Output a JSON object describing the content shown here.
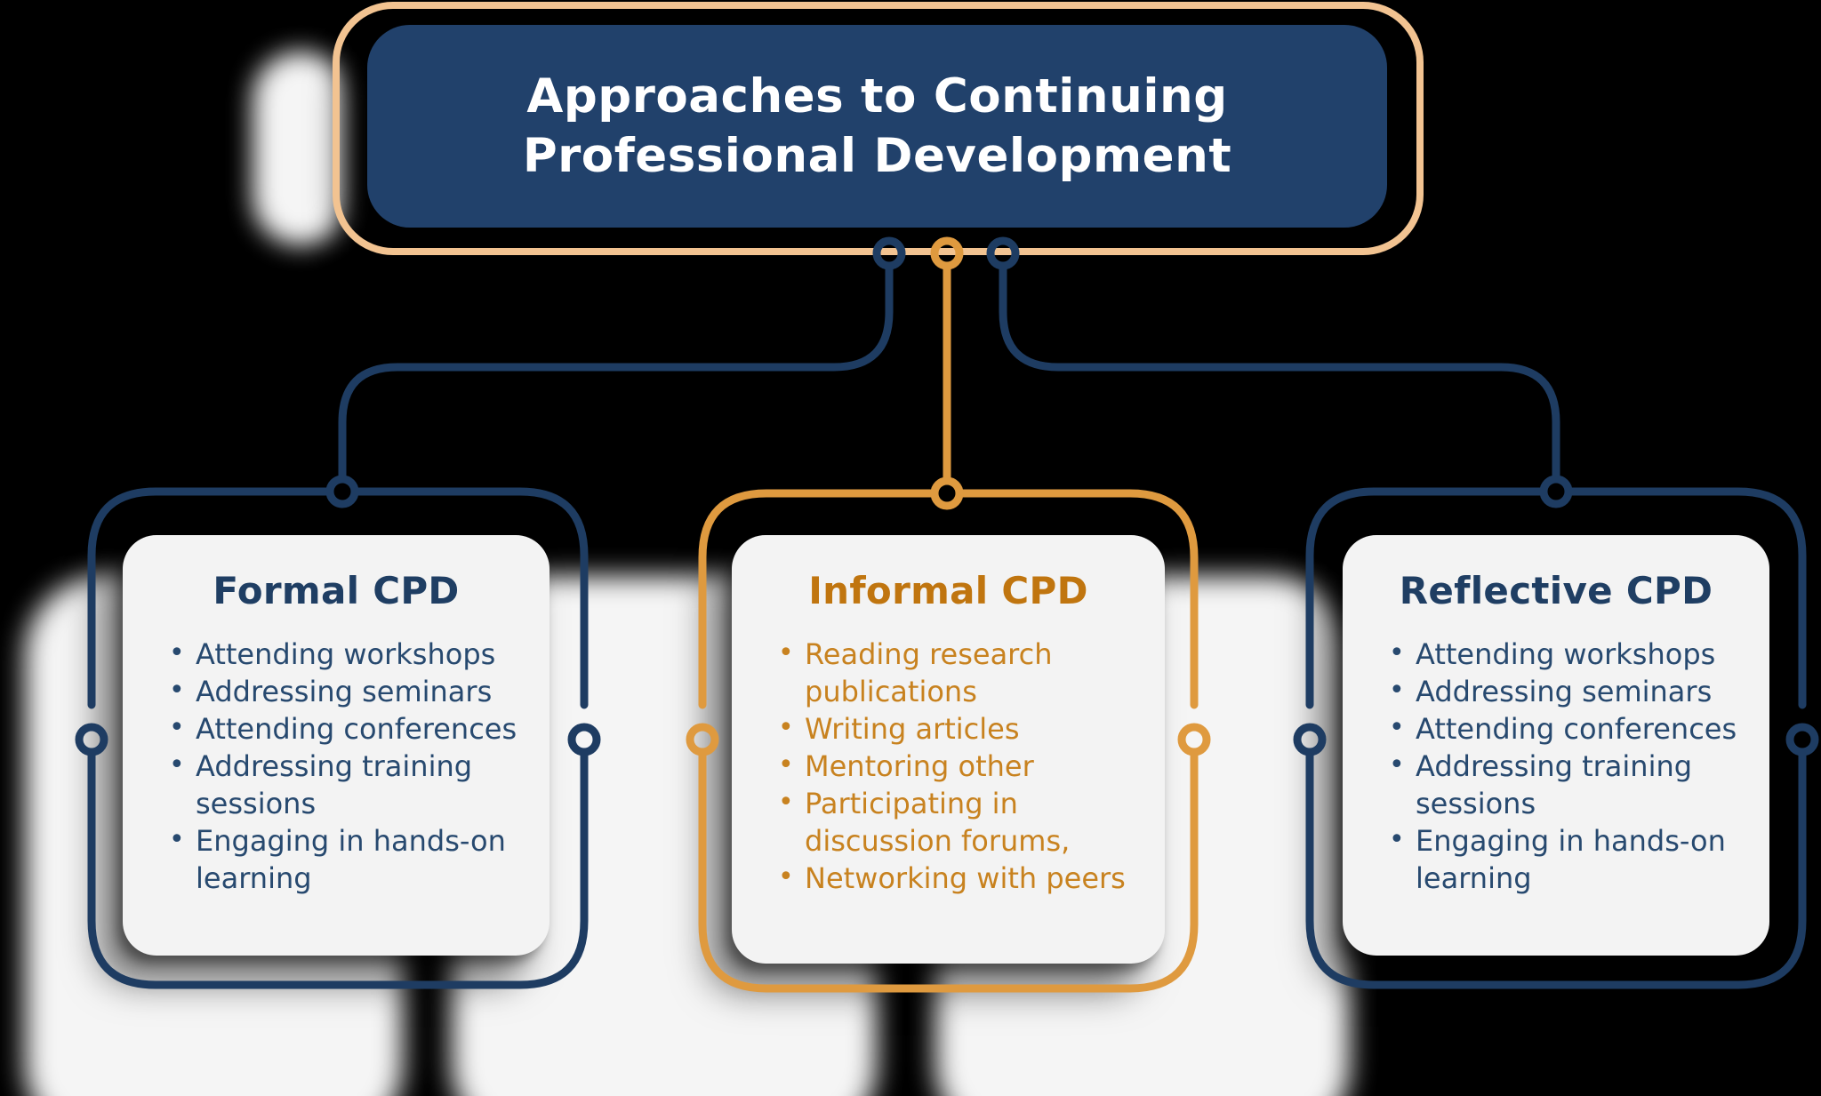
{
  "title": {
    "line1": "Approaches to Continuing",
    "line2": "Professional Development"
  },
  "cards": [
    {
      "id": "formal",
      "heading": "Formal CPD",
      "theme": "navy",
      "items": [
        "Attending workshops",
        "Addressing seminars",
        "Attending conferences",
        "Addressing training sessions",
        "Engaging in hands-on learning"
      ]
    },
    {
      "id": "informal",
      "heading": "Informal CPD",
      "theme": "orange",
      "items": [
        "Reading research publications",
        "Writing articles",
        "Mentoring other",
        "Participating in discussion forums,",
        "Networking with peers"
      ]
    },
    {
      "id": "reflective",
      "heading": "Reflective CPD",
      "theme": "navy",
      "items": [
        "Attending workshops",
        "Addressing seminars",
        "Attending conferences",
        "Addressing training sessions",
        "Engaging in hands-on learning"
      ]
    }
  ],
  "colors": {
    "title_fill_navy": "#21416B",
    "line_navy": "#1E3C62",
    "line_orange": "#DF9A3F",
    "title_border_peach": "#F2C391",
    "heading_navy": "#1F3E63",
    "body_navy": "#27496F",
    "heading_orange": "#C0750F",
    "body_orange": "#C8821F",
    "card_background": "#F3F3F3",
    "title_text": "#FFFFFF",
    "page_background": "#000000"
  }
}
